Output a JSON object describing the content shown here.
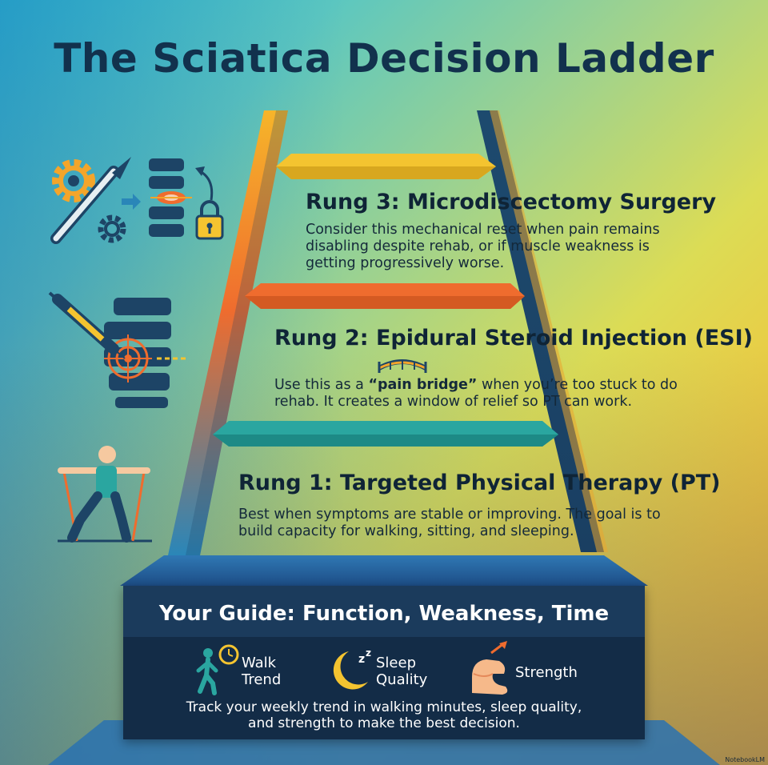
{
  "title": "The Sciatica Decision Ladder",
  "rungs": [
    {
      "title": "Rung 3: Microdiscectomy Surgery",
      "desc_lines": [
        "Consider this mechanical reset when pain remains",
        "disabling despite rehab, or if muscle weakness is",
        "getting progressively worse."
      ]
    },
    {
      "title": "Rung 2: Epidural Steroid Injection (ESI)",
      "desc_pre": "Use this as a ",
      "desc_bold": "“pain bridge”",
      "desc_post": " when you’re too stuck to do",
      "desc_line2": "rehab. It creates a window of relief so PT can work."
    },
    {
      "title": "Rung 1: Targeted Physical Therapy (PT)",
      "desc_lines": [
        "Best when symptoms are stable or improving. The goal is to",
        "build capacity for walking, sitting, and sleeping."
      ]
    }
  ],
  "guide": {
    "title": "Your Guide: Function, Weakness, Time",
    "metrics": [
      {
        "line1": "Walk",
        "line2": "Trend",
        "icon": "walking-clock-icon"
      },
      {
        "line1": "Sleep",
        "line2": "Quality",
        "icon": "moon-sleep-icon"
      },
      {
        "line1": "Strength",
        "icon": "flexed-arm-icon"
      }
    ],
    "note_lines": [
      "Track your weekly trend in walking minutes, sleep quality,",
      "and strength to make the best decision."
    ]
  },
  "watermark": "NotebookLM",
  "colors": {
    "title": "#12314d",
    "rung3": "#f4c430",
    "rung2": "#ef6c2e",
    "rung1": "#2aa6a0",
    "rail_dark": "#1d4466",
    "guide_box": "#1b3b5c"
  }
}
